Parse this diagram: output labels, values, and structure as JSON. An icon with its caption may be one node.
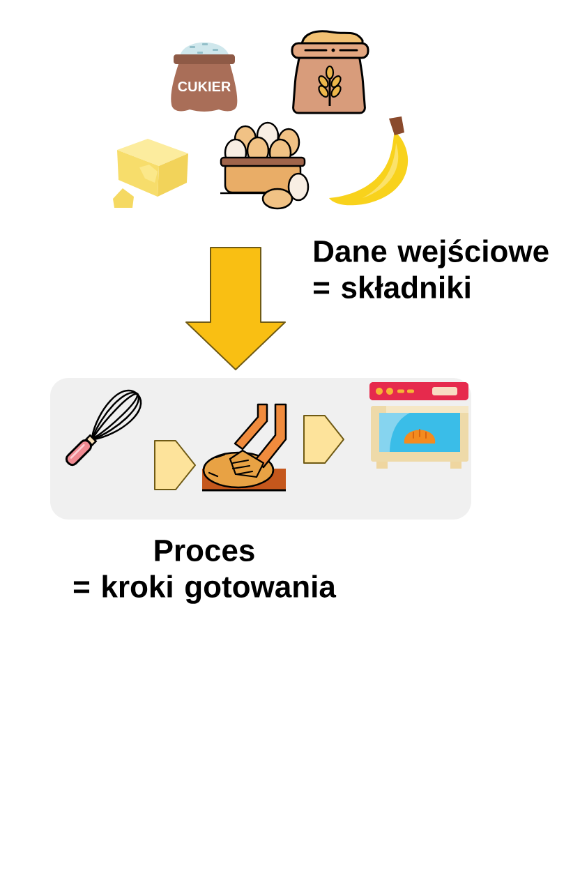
{
  "diagram": {
    "nodes": [
      {
        "text": [],
        "shape": "box",
        "beside": [
          "Proces = kroki gotowania"
        ]
      },
      {
        "text": [],
        "shape": "picture",
        "in": 0
      },
      {
        "text": [],
        "shape": "picture",
        "in": 0
      },
      {
        "text": [],
        "shape": "picture",
        "in": 0
      }
    ],
    "edges": [
      {
        "from": null,
        "to": 0,
        "arrow": "to",
        "color": "#f9bf13"
      },
      {
        "from": 1,
        "to": 2,
        "arrow": "to"
      },
      {
        "from": 2,
        "to": 3,
        "arrow": "to"
      }
    ],
    "labels": [
      "CUKIER",
      "Dane wejściowe = składniki"
    ]
  }
}
